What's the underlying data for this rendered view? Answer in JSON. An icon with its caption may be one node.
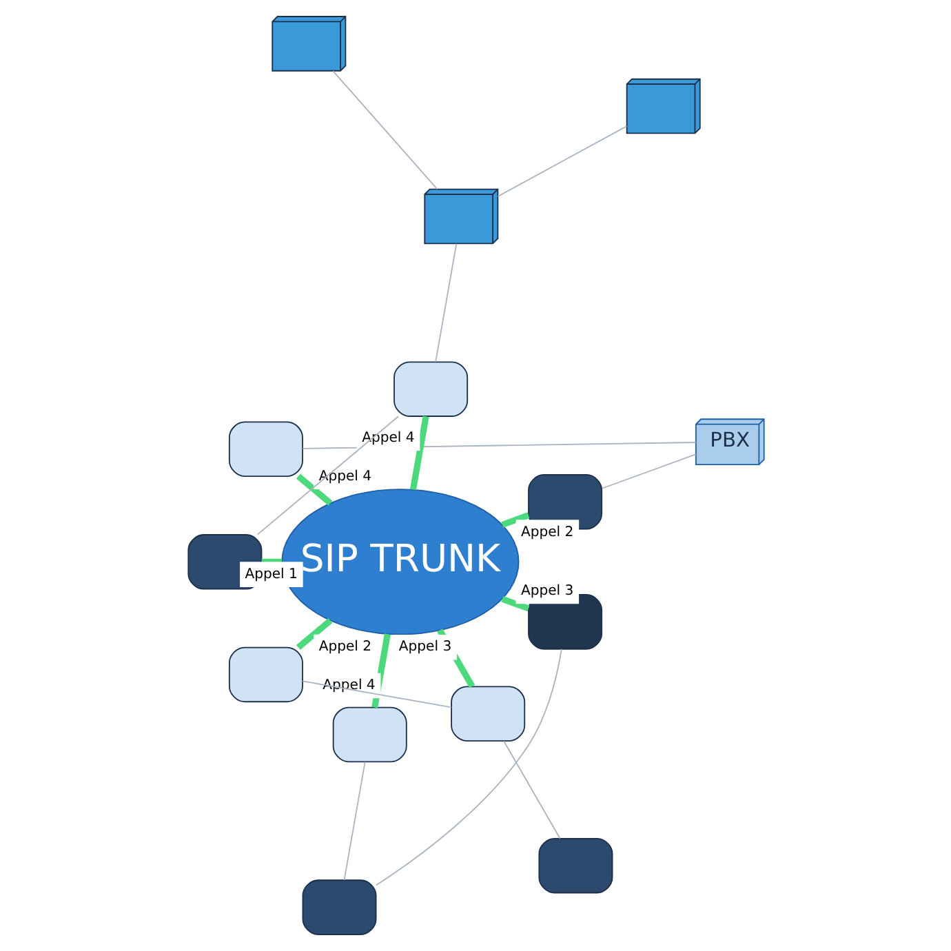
{
  "diagram": {
    "nodes": [
      {
        "text": [],
        "shape": "box"
      },
      {
        "text": [],
        "shape": "box"
      },
      {
        "text": [],
        "shape": "box"
      },
      {
        "text": [],
        "shape": "box"
      },
      {
        "text": [
          "PBX"
        ]
      },
      {
        "text": [],
        "shape": "box"
      },
      {
        "text": [],
        "shape": "box"
      },
      {
        "text": [
          "SIP TRUNK"
        ]
      },
      {
        "text": [],
        "shape": "box"
      },
      {
        "text": [],
        "shape": "box"
      },
      {
        "text": [],
        "shape": "box"
      },
      {
        "text": [],
        "shape": "box"
      },
      {
        "text": [],
        "shape": "box"
      },
      {
        "text": [],
        "shape": "box"
      },
      {
        "text": [],
        "shape": "box"
      }
    ],
    "edges": [
      {
        "from": 7,
        "to": 5,
        "arrow": "none",
        "label": "Appel 4",
        "style": "thick",
        "color": "#4cd97b"
      },
      {
        "from": 7,
        "to": 3,
        "arrow": "none",
        "label": "Appel 2",
        "style": "thick",
        "color": "#4cd97b"
      },
      {
        "from": 7,
        "to": 6,
        "arrow": "none",
        "label": "Appel 4",
        "style": "thick",
        "color": "#4cd97b"
      },
      {
        "from": 7,
        "to": 8,
        "arrow": "none",
        "label": "Appel 1",
        "style": "thick",
        "color": "#4cd97b"
      },
      {
        "from": 7,
        "to": 9,
        "arrow": "none",
        "label": "Appel 2",
        "style": "thick",
        "color": "#4cd97b"
      },
      {
        "from": 7,
        "to": 10,
        "arrow": "none",
        "label": "Appel 4",
        "style": "thick",
        "color": "#4cd97b"
      },
      {
        "from": 7,
        "to": 12,
        "arrow": "none",
        "label": "Appel 3",
        "style": "thick",
        "color": "#4cd97b"
      },
      {
        "from": 7,
        "to": 11,
        "arrow": "none",
        "label": "Appel 3",
        "style": "thick",
        "color": "#4cd97b"
      },
      {
        "from": 0,
        "to": 1,
        "arrow": "none"
      },
      {
        "from": 1,
        "to": 2,
        "arrow": "none"
      },
      {
        "from": 1,
        "to": 5,
        "arrow": "none"
      },
      {
        "from": 3,
        "to": 4,
        "arrow": "none"
      },
      {
        "from": 4,
        "to": 6,
        "arrow": "none"
      },
      {
        "from": 8,
        "to": 5,
        "arrow": "none"
      },
      {
        "from": 10,
        "to": 13,
        "arrow": "none"
      },
      {
        "from": 13,
        "to": 12,
        "arrow": "none"
      },
      {
        "from": 9,
        "to": 11,
        "arrow": "none"
      },
      {
        "from": 14,
        "to": 11,
        "arrow": "none"
      }
    ]
  }
}
